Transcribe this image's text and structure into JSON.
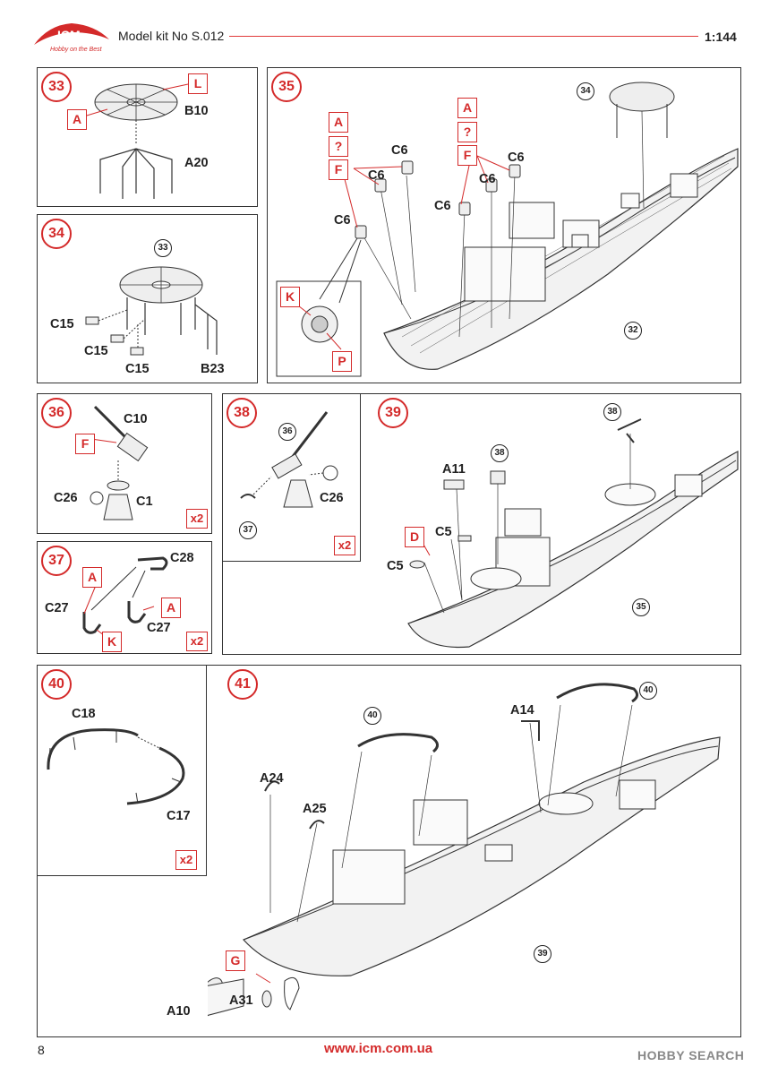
{
  "header": {
    "brand": "ICM",
    "tagline": "Hobby on the Best",
    "model_kit": "Model kit No S.012",
    "scale": "1:144"
  },
  "steps": {
    "s33": {
      "num": "33",
      "labels": [
        "B10",
        "A20"
      ],
      "tags": [
        "L",
        "A"
      ]
    },
    "s34": {
      "num": "34",
      "ref": "33",
      "labels": [
        "C15",
        "C15",
        "C15",
        "B23"
      ]
    },
    "s35": {
      "num": "35",
      "refs": [
        "34",
        "32"
      ],
      "labels": [
        "C6",
        "C6",
        "C6",
        "C6",
        "C6",
        "C6"
      ],
      "tags_left": [
        "A",
        "?",
        "F"
      ],
      "tags_right": [
        "A",
        "?",
        "F"
      ],
      "inset_tags": [
        "K",
        "P"
      ]
    },
    "s36": {
      "num": "36",
      "labels": [
        "C10",
        "C26",
        "C1"
      ],
      "tags": [
        "F"
      ],
      "multiplier": "x2"
    },
    "s37": {
      "num": "37",
      "labels": [
        "C28",
        "C27",
        "C27"
      ],
      "tags": [
        "A",
        "A",
        "K"
      ],
      "multiplier": "x2"
    },
    "s38": {
      "num": "38",
      "refs": [
        "36",
        "37"
      ],
      "labels": [
        "C26"
      ],
      "multiplier": "x2"
    },
    "s39": {
      "num": "39",
      "refs": [
        "38",
        "38",
        "35"
      ],
      "labels": [
        "A11",
        "C5",
        "C5"
      ],
      "tags": [
        "D"
      ]
    },
    "s40": {
      "num": "40",
      "labels": [
        "C18",
        "C17"
      ],
      "multiplier": "x2"
    },
    "s41": {
      "num": "41",
      "refs": [
        "40",
        "40",
        "39"
      ],
      "labels": [
        "A14",
        "A24",
        "A25",
        "A31",
        "A10"
      ],
      "tags": [
        "G"
      ]
    }
  },
  "footer": {
    "page": "8",
    "url": "www.icm.com.ua",
    "watermark": "HOBBY SEARCH"
  },
  "colors": {
    "accent": "#d42a2a",
    "line": "#333333"
  }
}
